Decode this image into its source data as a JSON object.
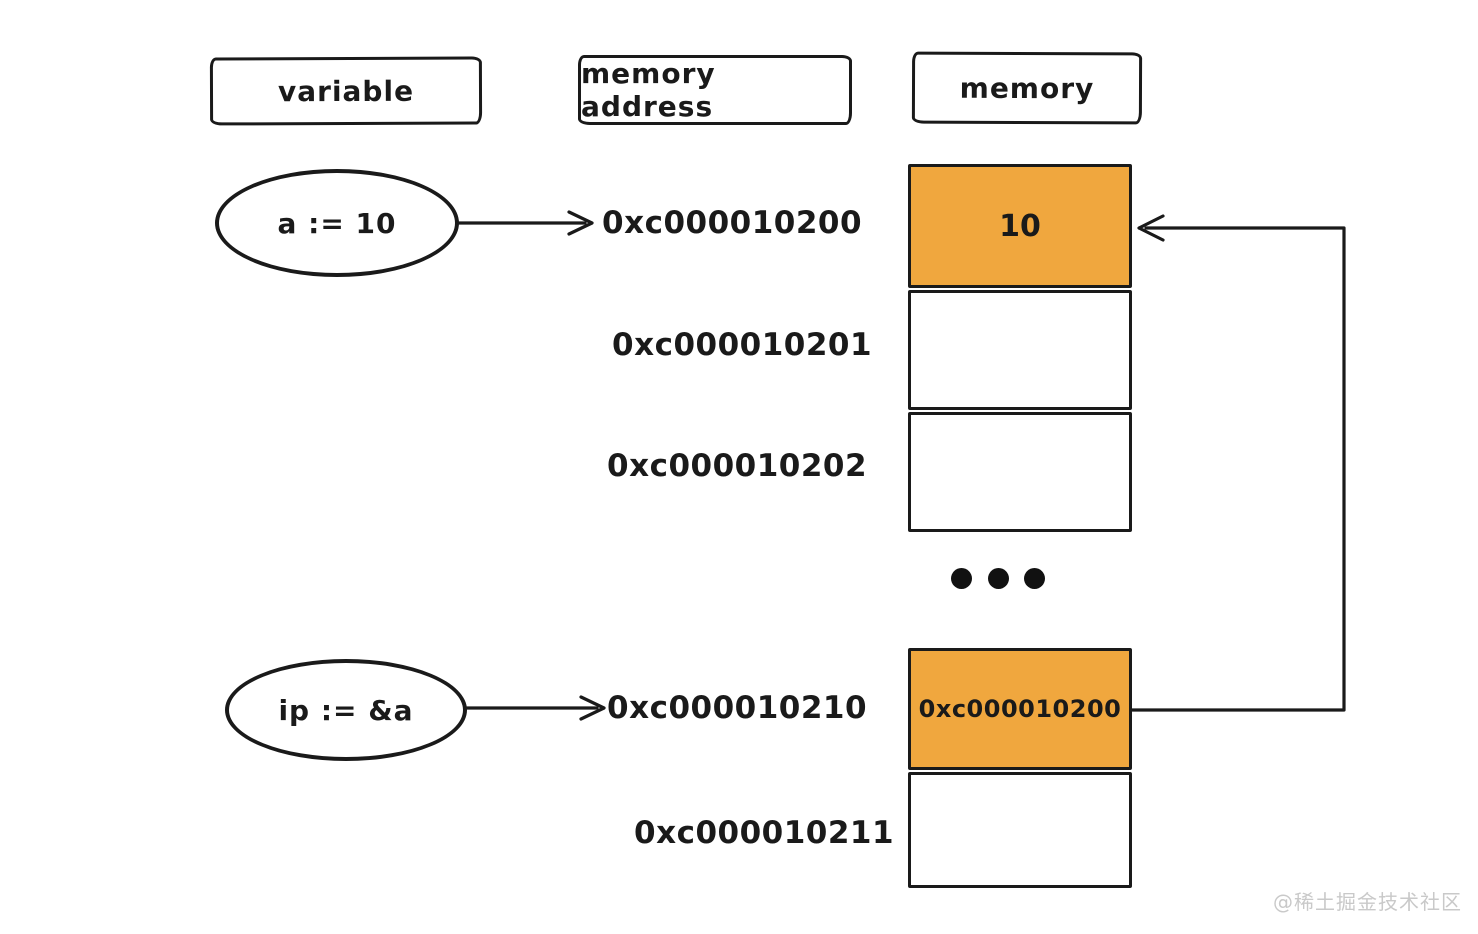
{
  "diagram": {
    "headers": {
      "variable": "variable",
      "memory_address": "memory address",
      "memory": "memory"
    },
    "variables": [
      {
        "label": "a := 10",
        "address": "0xc000010200"
      },
      {
        "label": "ip := &a",
        "address": "0xc000010210"
      }
    ],
    "addresses": [
      "0xc000010200",
      "0xc000010201",
      "0xc000010202",
      "0xc000010210",
      "0xc000010211"
    ],
    "cells": [
      {
        "address": "0xc000010200",
        "value": "10",
        "highlighted": true
      },
      {
        "address": "0xc000010201",
        "value": "",
        "highlighted": false
      },
      {
        "address": "0xc000010202",
        "value": "",
        "highlighted": false
      },
      {
        "address": "0xc000010210",
        "value": "0xc000010200",
        "highlighted": true
      },
      {
        "address": "0xc000010211",
        "value": "",
        "highlighted": false
      }
    ],
    "edges": [
      {
        "from": "a := 10",
        "to": "0xc000010200"
      },
      {
        "from": "ip := &a",
        "to": "0xc000010210"
      },
      {
        "from": "cell 0xc000010210 (value 0xc000010200)",
        "to": "cell 0xc000010200 (value 10)"
      }
    ],
    "ellipsis_dots": 3,
    "watermark": "@稀土掘金技术社区"
  },
  "colors": {
    "highlight": "#f0a73e",
    "stroke": "#1a1a1a",
    "watermark": "#c9c9c9",
    "background": "#ffffff"
  }
}
